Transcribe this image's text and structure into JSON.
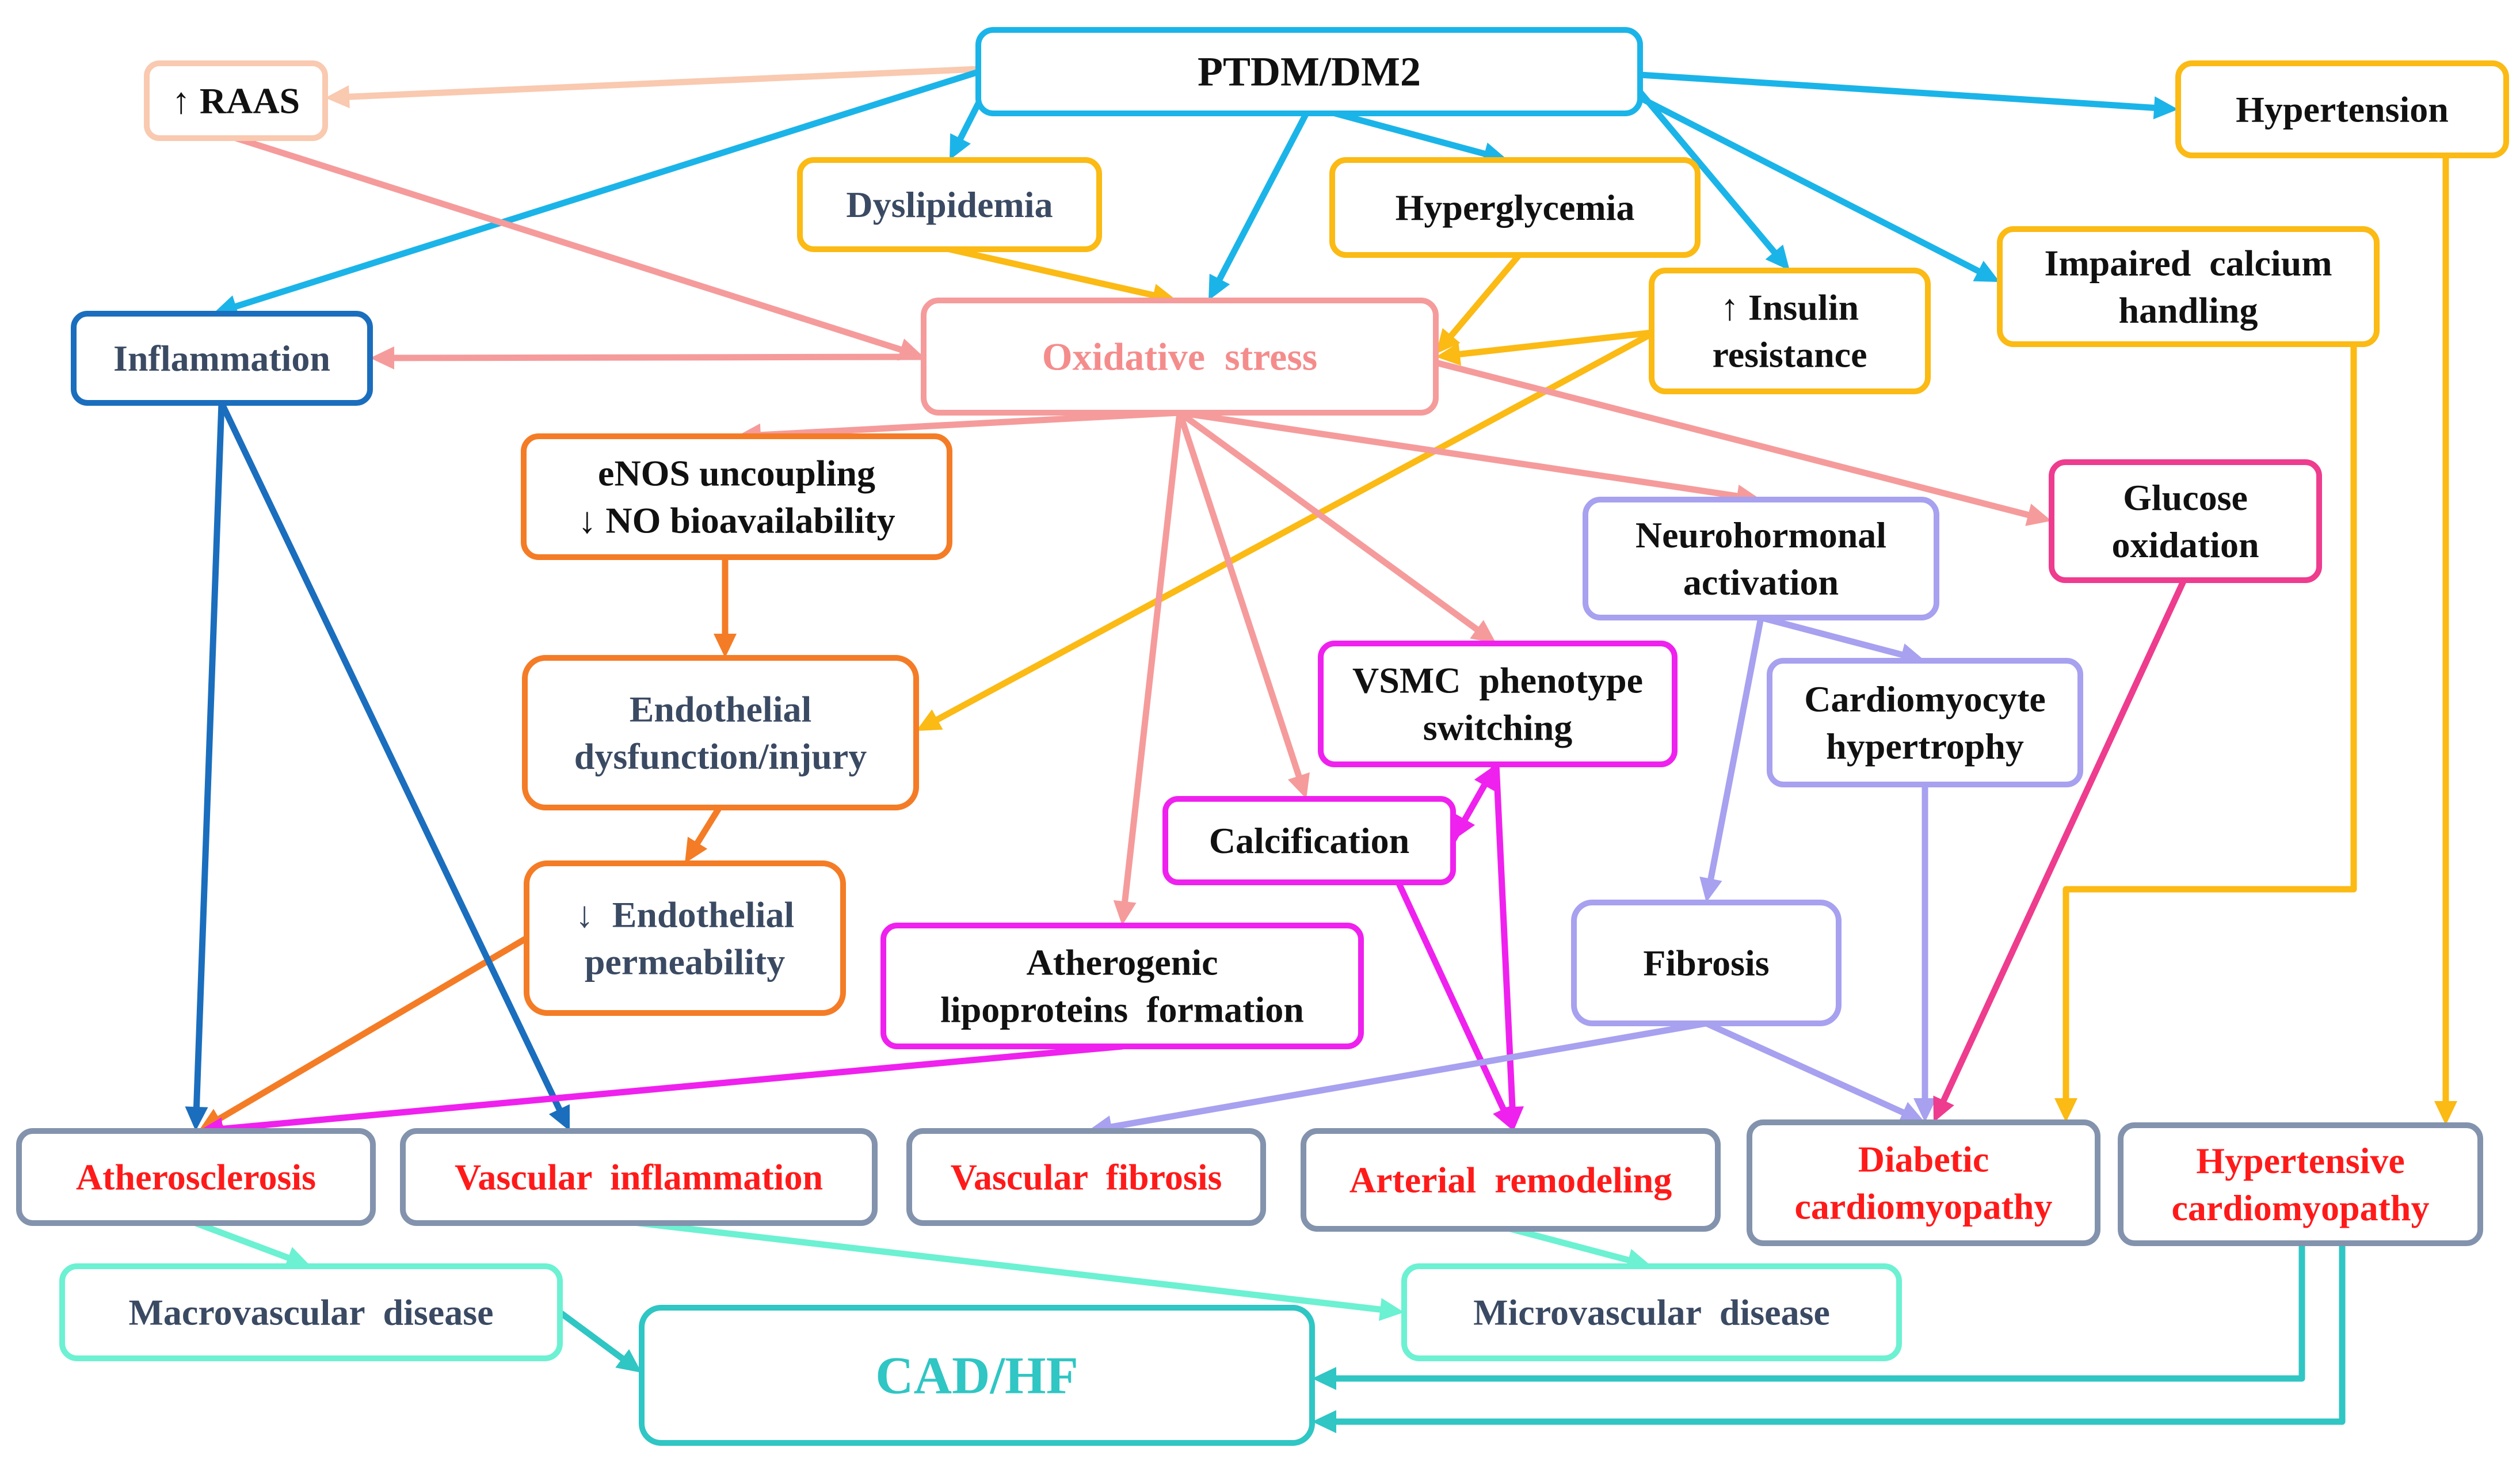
{
  "colors": {
    "cyan": "#1BB4E8",
    "peach": "#F9C9B0",
    "salmon": "#F59B9B",
    "gold": "#FBBA14",
    "navy_blue": "#1A6EBD",
    "orange": "#F47C26",
    "lavender": "#A7A1F0",
    "magenta": "#EF21EE",
    "pink": "#EE3C8E",
    "teal": "#2FC6C4",
    "mint": "#6CF1D2",
    "slate": "#8393AD",
    "text_dark": "#111111",
    "text_slate": "#3B4A63",
    "text_red": "#FF1A1A",
    "text_salmon": "#F58C8C",
    "text_teal": "#2FC6C4"
  },
  "nodes": {
    "ptdm": {
      "label": [
        "PTDM/DM2"
      ]
    },
    "raas": {
      "label": [
        "↑ RAAS"
      ]
    },
    "hypertension": {
      "label": [
        "Hypertension"
      ]
    },
    "dyslipidemia": {
      "label": [
        "Dyslipidemia"
      ]
    },
    "hyperglycemia": {
      "label": [
        "Hyperglycemia"
      ]
    },
    "insulin": {
      "label": [
        "↑ Insulin",
        "resistance"
      ]
    },
    "calcium": {
      "label": [
        "Impaired  calcium",
        "handling"
      ]
    },
    "inflammation": {
      "label": [
        "Inflammation"
      ]
    },
    "oxidative": {
      "label": [
        "Oxidative  stress"
      ]
    },
    "enos": {
      "label": [
        "eNOS uncoupling",
        "↓ NO bioavailability"
      ]
    },
    "neuro": {
      "label": [
        "Neurohormonal",
        "activation"
      ]
    },
    "glucose": {
      "label": [
        "Glucose",
        "oxidation"
      ]
    },
    "endothelial": {
      "label": [
        "Endothelial",
        "dysfunction/injury"
      ]
    },
    "vsmc": {
      "label": [
        "VSMC  phenotype",
        "switching"
      ]
    },
    "cardiomyocyte": {
      "label": [
        "Cardiomyocyte",
        "hypertrophy"
      ]
    },
    "calcification": {
      "label": [
        "Calcification"
      ]
    },
    "permeability": {
      "label": [
        "↓  Endothelial",
        "permeability"
      ]
    },
    "atherogenic": {
      "label": [
        "Atherogenic",
        "lipoproteins  formation"
      ]
    },
    "fibrosis": {
      "label": [
        "Fibrosis"
      ]
    },
    "atherosclerosis": {
      "label": [
        "Atherosclerosis"
      ]
    },
    "vascular_inflammation": {
      "label": [
        "Vascular  inflammation"
      ]
    },
    "vascular_fibrosis": {
      "label": [
        "Vascular  fibrosis"
      ]
    },
    "arterial_remodeling": {
      "label": [
        "Arterial  remodeling"
      ]
    },
    "diabetic_cmp": {
      "label": [
        "Diabetic",
        "cardiomyopathy"
      ]
    },
    "hypertensive_cmp": {
      "label": [
        "Hypertensive",
        "cardiomyopathy"
      ]
    },
    "macrovascular": {
      "label": [
        "Macrovascular  disease"
      ]
    },
    "microvascular": {
      "label": [
        "Microvascular  disease"
      ]
    },
    "cad_hf": {
      "label": [
        "CAD/HF"
      ]
    }
  }
}
